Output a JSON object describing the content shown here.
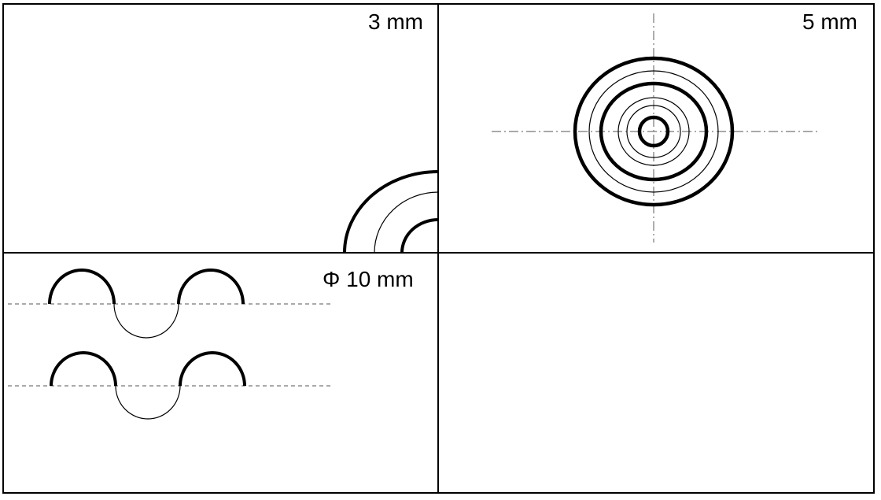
{
  "panels": {
    "top_left": {
      "label": "3 mm"
    },
    "top_right": {
      "label": "5 mm"
    },
    "bottom_left": {
      "label": "Φ 10 mm"
    },
    "bottom_right": {
      "label": ""
    }
  }
}
